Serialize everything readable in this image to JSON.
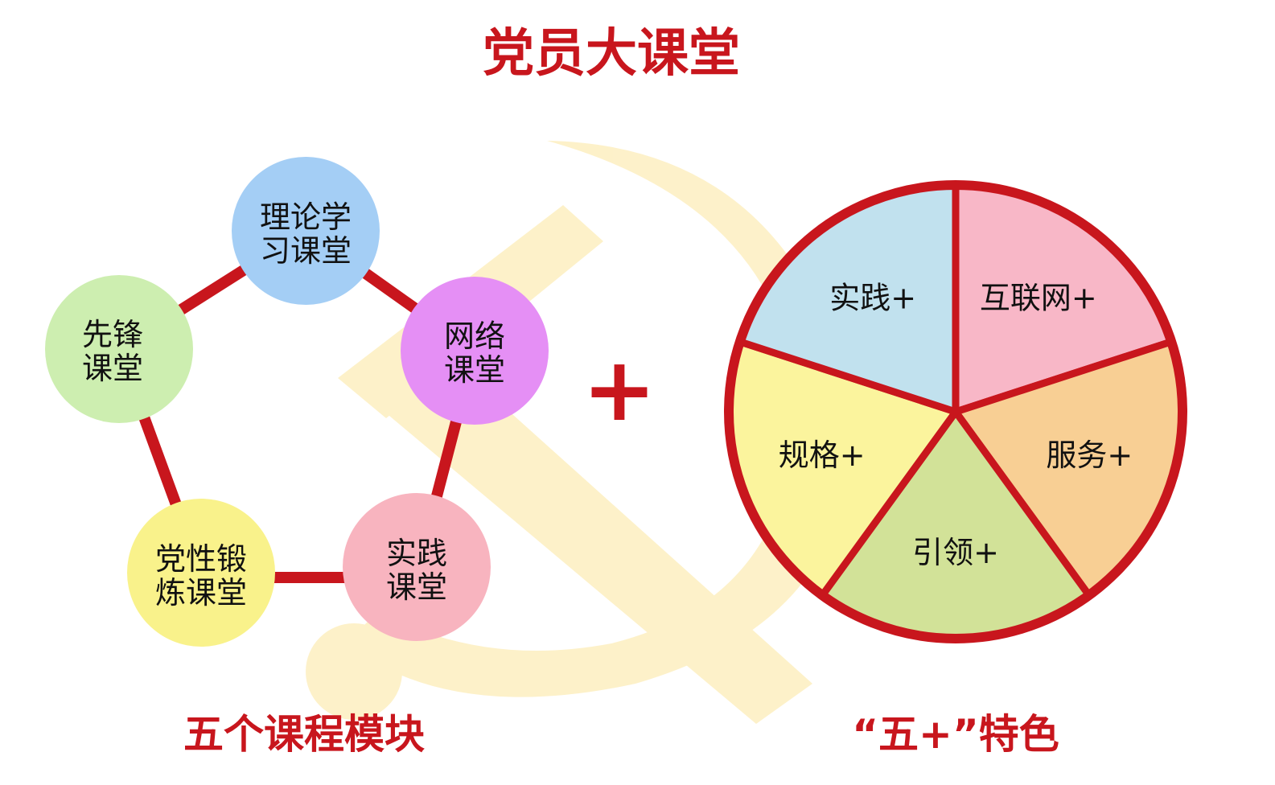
{
  "title": "党员大课堂",
  "modules": {
    "caption": "五个课程模块",
    "items": [
      {
        "line1": "理论学",
        "line2": "习课堂",
        "color": "#a4cef5"
      },
      {
        "line1": "网络",
        "line2": "课堂",
        "color": "#e58ff5"
      },
      {
        "line1": "实践",
        "line2": "课堂",
        "color": "#f8b4bf"
      },
      {
        "line1": "党性锻",
        "line2": "炼课堂",
        "color": "#f9f28b"
      },
      {
        "line1": "先锋",
        "line2": "课堂",
        "color": "#cdeeb0"
      }
    ]
  },
  "plus_sign": "+",
  "features": {
    "caption": "“五+”特色",
    "slices": [
      {
        "label": "互联网+",
        "color": "#f8b7c7"
      },
      {
        "label": "服务+",
        "color": "#f8cf94"
      },
      {
        "label": "引领+",
        "color": "#d2e298"
      },
      {
        "label": "规格+",
        "color": "#fbf49d"
      },
      {
        "label": "实践+",
        "color": "#c1e1ee"
      }
    ]
  },
  "colors": {
    "accent_red": "#c8161d",
    "watermark": "#fdf0c4"
  }
}
